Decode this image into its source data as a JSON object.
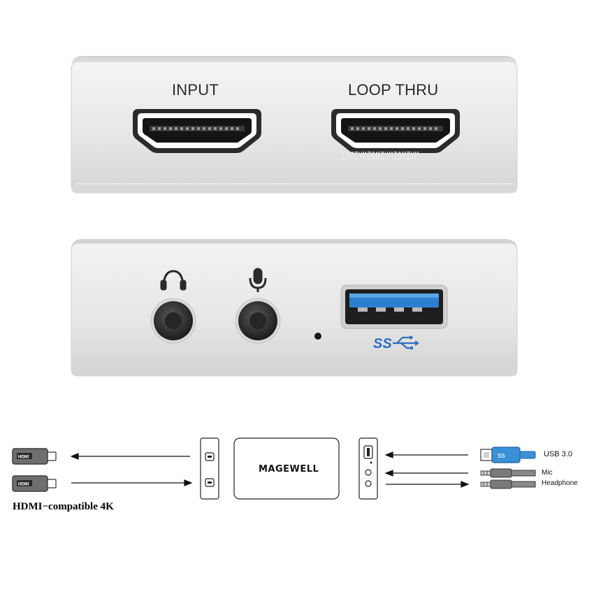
{
  "top_panel": {
    "input_label": "INPUT",
    "loop_thru_label": "LOOP THRU",
    "watermark": "ZOMZYMZOMZYMZOMZYM"
  },
  "bottom_panel": {
    "ports": [
      "headphone-jack",
      "mic-jack",
      "led-indicator",
      "usb-3-port"
    ],
    "usb_logo": "SS⇄"
  },
  "diagram": {
    "brand": "MAGEWELL",
    "usb_label": "USB 3.0",
    "mic_label": "Mic",
    "headphone_label": "Headphone",
    "cable_colors": {
      "usb": "#3a8fd6",
      "hdmi": "#6e6e6e",
      "audio": "#7a7a7a"
    }
  },
  "caption": "HDMI−compatible 4K"
}
